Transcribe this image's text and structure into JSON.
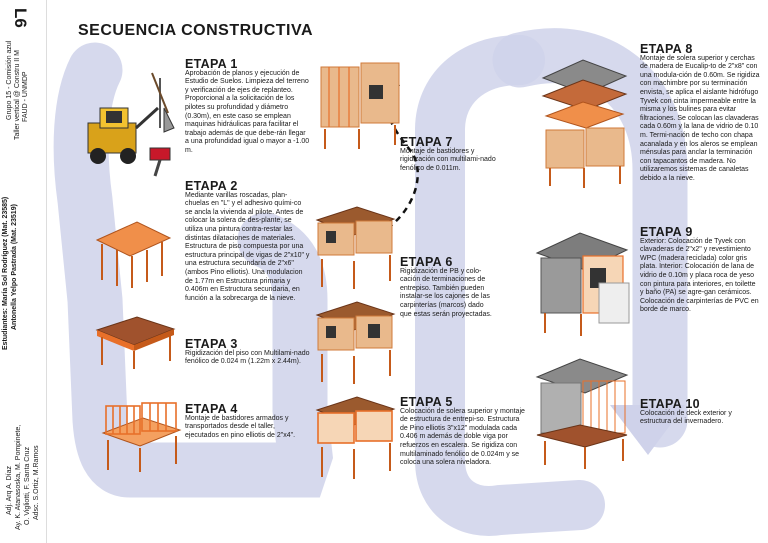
{
  "sheet": {
    "number": "L6"
  },
  "title": "SECUENCIA CONSTRUCTIVA",
  "side": {
    "group": "Grupo 15 - Comisión azul",
    "taller": "Taller vertical @ Constru II M",
    "faud": "FAUD - UNMDP",
    "students_label": "Estudiantes: María Sol Rodríguez (Mat. 23585)",
    "student2": "Antonella Yelpo Pastrada (Mat. 23519)",
    "adj": "Adj. Arq A. Díaz",
    "ay": "Ay. K. Atanasoska, M. Pompinete,",
    "ay2": "O. Vigliotti, F. Santa Cruz",
    "adsc": "Adsc. S.Ortiz, M.Ramos"
  },
  "etapas": [
    {
      "title": "ETAPA 1",
      "text": "Aprobación de planos y ejecución de Estudio de Suelos. Limpieza del terreno y verificación de ejes de replanteo. Proporcional a la solicitación de los pilotes su profundidad y diámetro (0.30m), en este caso se emplean maquinas hidráulicas para facilitar el trabajo además de que debe-rán llegar a una profundidad igual o mayor a -1.00 m."
    },
    {
      "title": "ETAPA 2",
      "text": "Mediante varillas roscadas, plan-chuelas en \"L\" y el adhesivo quími-co se ancla la vivienda al pilote. Antes de colocar la solera de des-plante, se utiliza una pintura contra-restar las distintas dilataciones de materiales. Estructura de piso compuesta por una estructura principal de vigas de 2\"x10\" y una estructura secundaria de 2\"x6\" (ambos Pino elliotis). Una modulacion de 1.77m en Estructura primaria y 0.406m en Estructura secundaria, en función a la sobrecarga de la nieve."
    },
    {
      "title": "ETAPA 3",
      "text": "Rigidización del piso con Multilami-nado fenólico de 0.024 m (1.22m x 2.44m)."
    },
    {
      "title": "ETAPA 4",
      "text": "Montaje de bastidores armados y transportados desde el taller, ejecutados en pino elliotis de 2\"x4\"."
    },
    {
      "title": "ETAPA 5",
      "text": "Colocación de solera superior y montaje de estructura de entrepi-so. Estructura de Pino elliotis 3\"x12\" modulada cada 0.406 m además de doble viga por refuerzos en escalera. Se rigidiza con multilaminado fenólico de 0.024m y se coloca una solera niveladora."
    },
    {
      "title": "ETAPA 6",
      "text": "Rigidización de PB y colo-cación de terminaciones de entrepiso. También pueden instalar-se los cajones de las carpinterías (marcos) dado que estas serán proyectadas."
    },
    {
      "title": "ETAPA 7",
      "text": "Montaje de bastidores y rigidización con multilami-nado fenólico de 0.011m."
    },
    {
      "title": "ETAPA 8",
      "text": "Montaje de solera superior y cerchas de madera de Eucalip-to de 2\"x8\" con una modula-ción de 0.60m. Se rigidiza con machimbre por su terminación envista, se aplica el aislante hidrófugo Tyvek con cinta impermeable entre la misma y los bulines para evitar filtraciones. Se colocan las clavaderas cada 0.60m y la lana de vidrio de 0.10 m. Termi-nación de techo con chapa acanalada y en los aleros se emplean ménsulas para anclar la terminación con tapacantos de madera. No utilizaremos sistemas de canaletas debido a la nieve."
    },
    {
      "title": "ETAPA 9",
      "text": "Exterior: Colocación de Tyvek con clavaderas de 2\"x2\" y revestimiento WPC (madera reciclada) color gris plata. Interior: Colocación de lana de vidrio de 0.10m y placa roca de yeso con pintura para interiores, en toilette y baño (PA) se agre-gan cerámicos. Colocación de carpinterías de PVC en borde de marco."
    },
    {
      "title": "ETAPA 10",
      "text": "Colocación de deck exterior y estructura del invernadero."
    }
  ],
  "colors": {
    "accent": "#e8702a",
    "path": "#c9cde6",
    "dark": "#3a3a3a"
  },
  "icons": [
    "auger-machine-icon",
    "shovel-icon",
    "drill-icon"
  ]
}
